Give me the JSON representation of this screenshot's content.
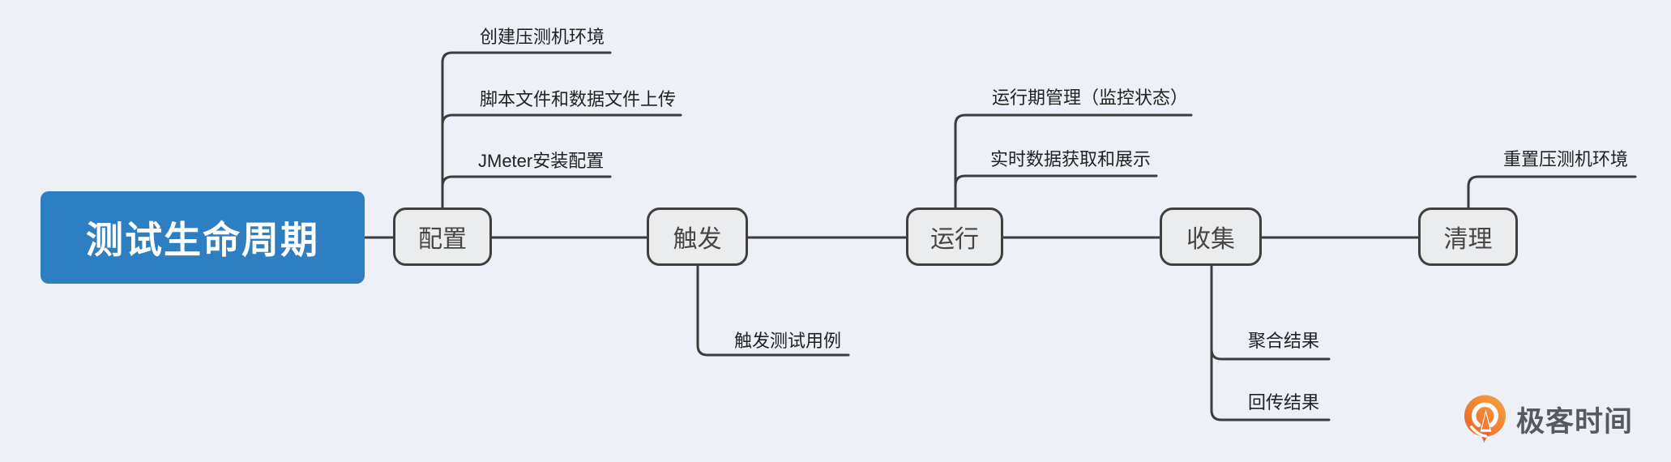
{
  "root": {
    "label": "测试生命周期"
  },
  "nodes": [
    {
      "label": "配置"
    },
    {
      "label": "触发"
    },
    {
      "label": "运行"
    },
    {
      "label": "收集"
    },
    {
      "label": "清理"
    }
  ],
  "branches": {
    "config": [
      "创建压测机环境",
      "脚本文件和数据文件上传",
      "JMeter安装配置"
    ],
    "trigger": [
      "触发测试用例"
    ],
    "run": [
      "运行期管理（监控状态）",
      "实时数据获取和展示"
    ],
    "collect": [
      "聚合结果",
      "回传结果"
    ],
    "clean": [
      "重置压测机环境"
    ]
  },
  "logo": {
    "text": "极客时间"
  },
  "colors": {
    "background": "#edf0f7",
    "root_fill": "#2e7fc2",
    "root_text": "#ffffff",
    "node_fill": "#ebecee",
    "node_border": "#3f3f3f",
    "node_text": "#454545",
    "line": "#3c3c3c",
    "leaf_text": "#222222",
    "logo_orange_light": "#f9a53e",
    "logo_orange_dark": "#e8622c",
    "logo_text": "#565a60"
  }
}
